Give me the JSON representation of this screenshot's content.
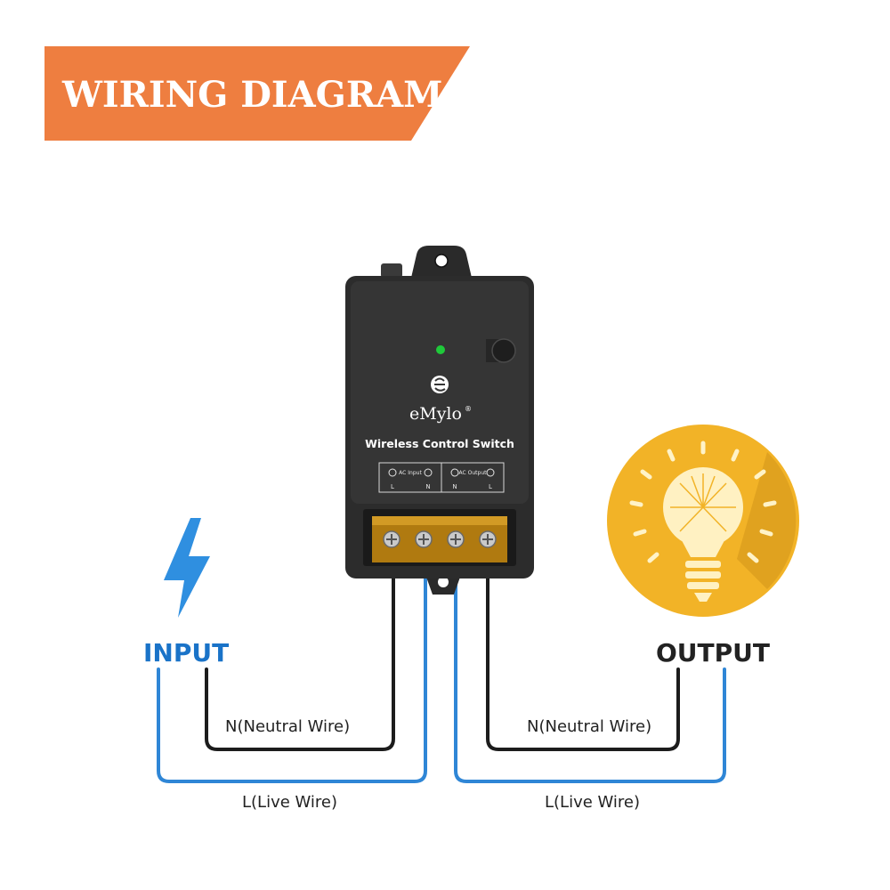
{
  "banner": {
    "title": "WIRING DIAGRAM",
    "color": "#ee7e40"
  },
  "input": {
    "label": "INPUT",
    "color": "#1a73c8"
  },
  "output": {
    "label": "OUTPUT",
    "color": "#222222"
  },
  "device": {
    "brand": "eMylo",
    "trademark": "®",
    "name": "Wireless Control Switch",
    "terminals": {
      "input_label": "AC Input",
      "output_label": "AC Output",
      "pins": [
        "L",
        "N",
        "N",
        "L"
      ]
    },
    "led_color": "#1fc93a"
  },
  "wires": {
    "input_neutral": "N(Neutral Wire)",
    "input_live": "L(Live Wire)",
    "output_neutral": "N(Neutral Wire)",
    "output_live": "L(Live Wire)",
    "live_color": "#2f86d6",
    "neutral_color": "#1c1c1c"
  },
  "icons": {
    "input_icon": "lightning-bolt-icon",
    "output_icon": "light-bulb-icon",
    "bulb_bg_color": "#f2b327"
  }
}
